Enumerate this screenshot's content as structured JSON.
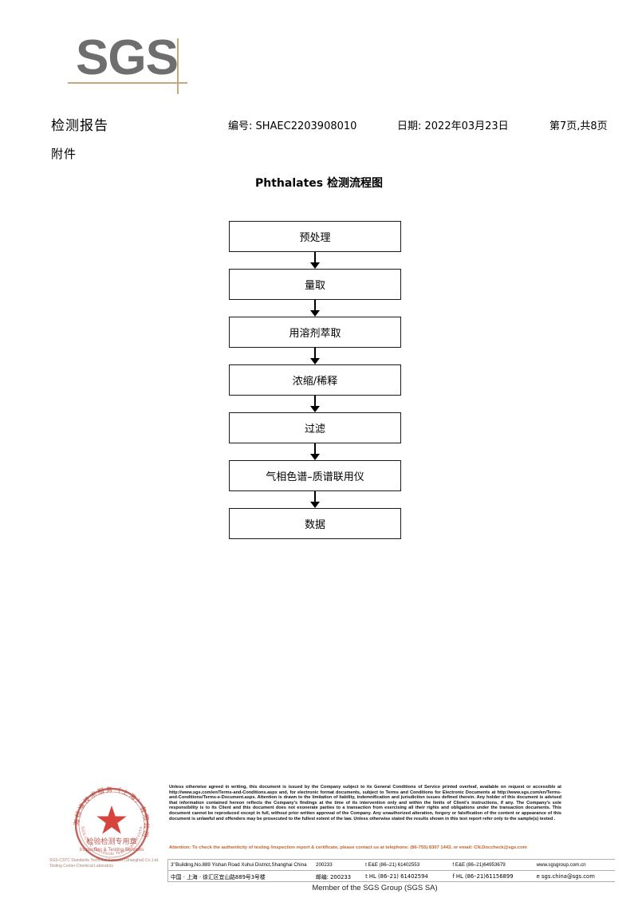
{
  "logo": {
    "wordmark": "SGS"
  },
  "header": {
    "title": "检测报告",
    "report_no": "编号: SHAEC2203908010",
    "date": "日期: 2022年03月23日",
    "page": "第7页,共8页",
    "subtitle": "附件"
  },
  "flow_title": "Phthalates 检测流程图",
  "chart_data": {
    "type": "diagram",
    "title": "Phthalates 检测流程图",
    "orientation": "vertical",
    "steps": [
      {
        "label": "预处理"
      },
      {
        "label": "量取"
      },
      {
        "label": "用溶剂萃取"
      },
      {
        "label": "浓缩/稀释"
      },
      {
        "label": "过滤"
      },
      {
        "label": "气相色谱–质谱联用仪"
      },
      {
        "label": "数据"
      }
    ]
  },
  "seal": {
    "ring_text_cn": "上海标准技术服务（上海）有限公司",
    "center_line1": "检验检测专用章",
    "center_line2": "Inspection & Testing Services",
    "caption_line1": "SGS-CSTC Standards Technical Services (Shanghai) Co.,Ltd.",
    "caption_line2": "Testing Center-Chemical Laboratory",
    "color": "#b5443a"
  },
  "footer": {
    "legal": "Unless otherwise agreed in writing, this document is issued by the Company subject to its General Conditions of Service printed overleaf, available on request or accessible at http://www.sgs.com/en/Terms-and-Conditions.aspx and, for electronic format documents, subject to Terms and Conditions for Electronic Documents at http://www.sgs.com/en/Terms-and-Conditions/Terms-e-Document.aspx. Attention is drawn to the limitation of liability, indemnification and jurisdiction issues defined therein. Any holder of this document is advised that information contained hereon reflects the Company's findings at the time of its intervention only and within the limits of Client's instructions, if any. The Company's sole responsibility is to its Client and this document does not exonerate parties to a transaction from exercising all their rights and obligations under the transaction documents. This document cannot be reproduced except in full, without prior written approval of the Company. Any unauthorized alteration, forgery or falsification of the content or appearance of this document is unlawful and offenders may be prosecuted to the fullest extent of the law. Unless otherwise stated the results shown in this test report refer only to the sample(s) tested .",
    "attention": "Attention: To check the authenticity of testing /inspection report & certificate, please contact us at telephone: (86-755) 8307 1443, or email: CN.Doccheck@sgs.com",
    "attention_color": "#c1622f",
    "contact_en": {
      "address": "3\" Building,No.889 Yishan Road Xuhui District,Shanghai China",
      "zip": "200233",
      "tel1": "t E&E (86–21) 61402553",
      "tel2": "f E&E (86–21)64953679",
      "web": "www.sgsgroup.com.cn"
    },
    "contact_cn": {
      "address": "中国 · 上海 · 徐汇区宜山路889号3号楼",
      "zip": "邮编: 200233",
      "tel1": "t HL (86–21) 61402594",
      "tel2": "f HL (86–21)61156899",
      "web": "e  sgs.china@sgs.com"
    },
    "member": "Member of the SGS Group (SGS SA)"
  }
}
